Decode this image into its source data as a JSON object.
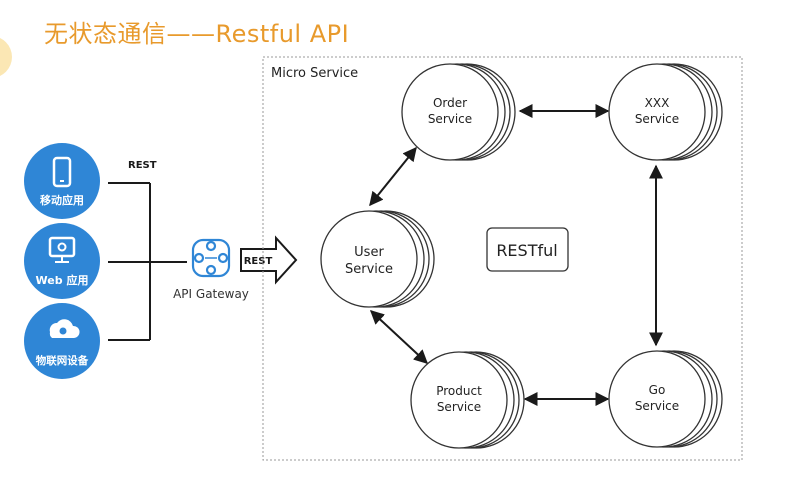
{
  "title": "无状态通信——Restful API",
  "clients": [
    {
      "label": "移动应用",
      "icon": "mobile-phone-icon"
    },
    {
      "label": "Web 应用",
      "icon": "monitor-icon"
    },
    {
      "label": "物联网设备",
      "icon": "cloud-gear-icon"
    }
  ],
  "rest_label_left": "REST",
  "gateway_label": "API Gateway",
  "rest_label_arrow": "REST",
  "microservice_label": "Micro Service",
  "center_label": "RESTful",
  "services": {
    "order": {
      "line1": "Order",
      "line2": "Service"
    },
    "xxx": {
      "line1": "XXX",
      "line2": "Service"
    },
    "user": {
      "line1": "User",
      "line2": "Service"
    },
    "product": {
      "line1": "Product",
      "line2": "Service"
    },
    "go": {
      "line1": "Go",
      "line2": "Service"
    }
  },
  "colors": {
    "title": "#e89a2c",
    "client_circle": "#2f86d6",
    "gateway_icon": "#2f86d6",
    "line": "#1a1a1a"
  }
}
